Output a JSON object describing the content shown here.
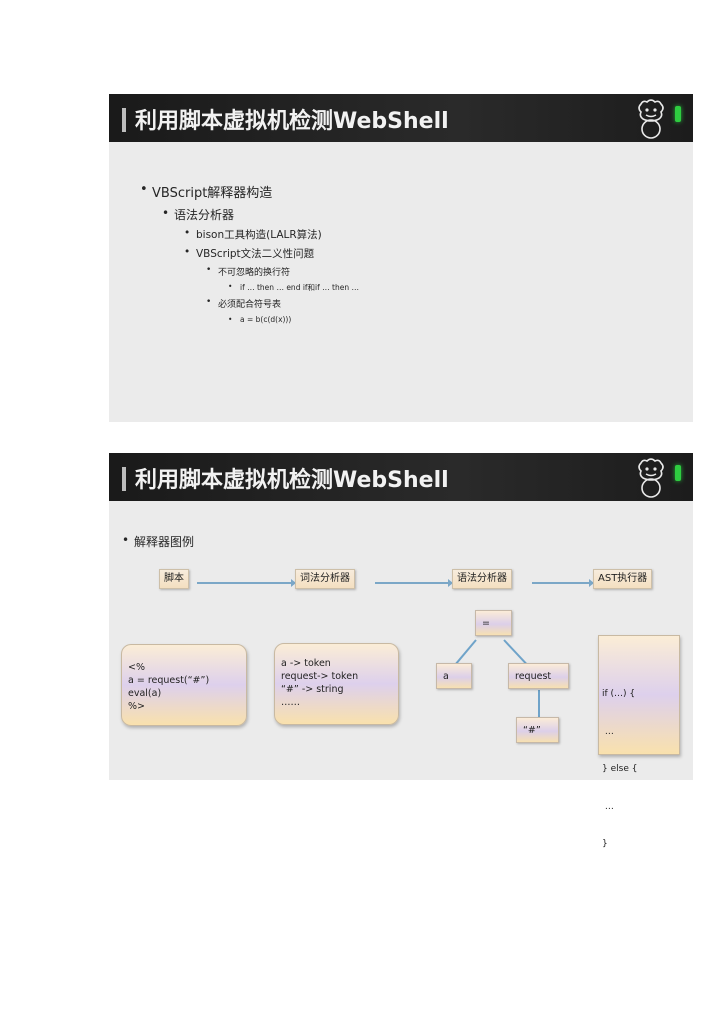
{
  "slides": [
    {
      "title": "利用脚本虚拟机检测WebShell",
      "bullets": [
        {
          "level": 1,
          "text": "VBScript解释器构造"
        },
        {
          "level": 2,
          "text": "语法分析器"
        },
        {
          "level": 3,
          "text": "bison工具构造(LALR算法)"
        },
        {
          "level": 3,
          "text": "VBScript文法二义性问题"
        },
        {
          "level": 4,
          "text": "不可忽略的换行符"
        },
        {
          "level": 5,
          "text": "if … then … end if和if … then …"
        },
        {
          "level": 4,
          "text": "必须配合符号表"
        },
        {
          "level": 5,
          "text": "a = b(c(d(x)))"
        }
      ]
    },
    {
      "title": "利用脚本虚拟机检测WebShell",
      "bullet": "解释器图例",
      "flow": [
        "脚本",
        "词法分析器",
        "语法分析器",
        "AST执行器"
      ],
      "script_card": [
        "<%",
        "a = request(“#”)",
        "eval(a)",
        "%>"
      ],
      "lexer_card": [
        "a -> token",
        "request-> token",
        "“#” -> string",
        "……"
      ],
      "ast": {
        "root": "=",
        "left": "a",
        "right": "request",
        "child": "“#”"
      },
      "executor_card": [
        "if (…) {",
        " …",
        "} else {",
        " …",
        "}"
      ]
    }
  ],
  "logo": {
    "icon": "lion-knocker-icon",
    "accent": "#2ecc40"
  },
  "colors": {
    "header_bg": "#1a1a1a",
    "slide_bg": "#ebebeb",
    "arrow": "#7ba7c7"
  }
}
